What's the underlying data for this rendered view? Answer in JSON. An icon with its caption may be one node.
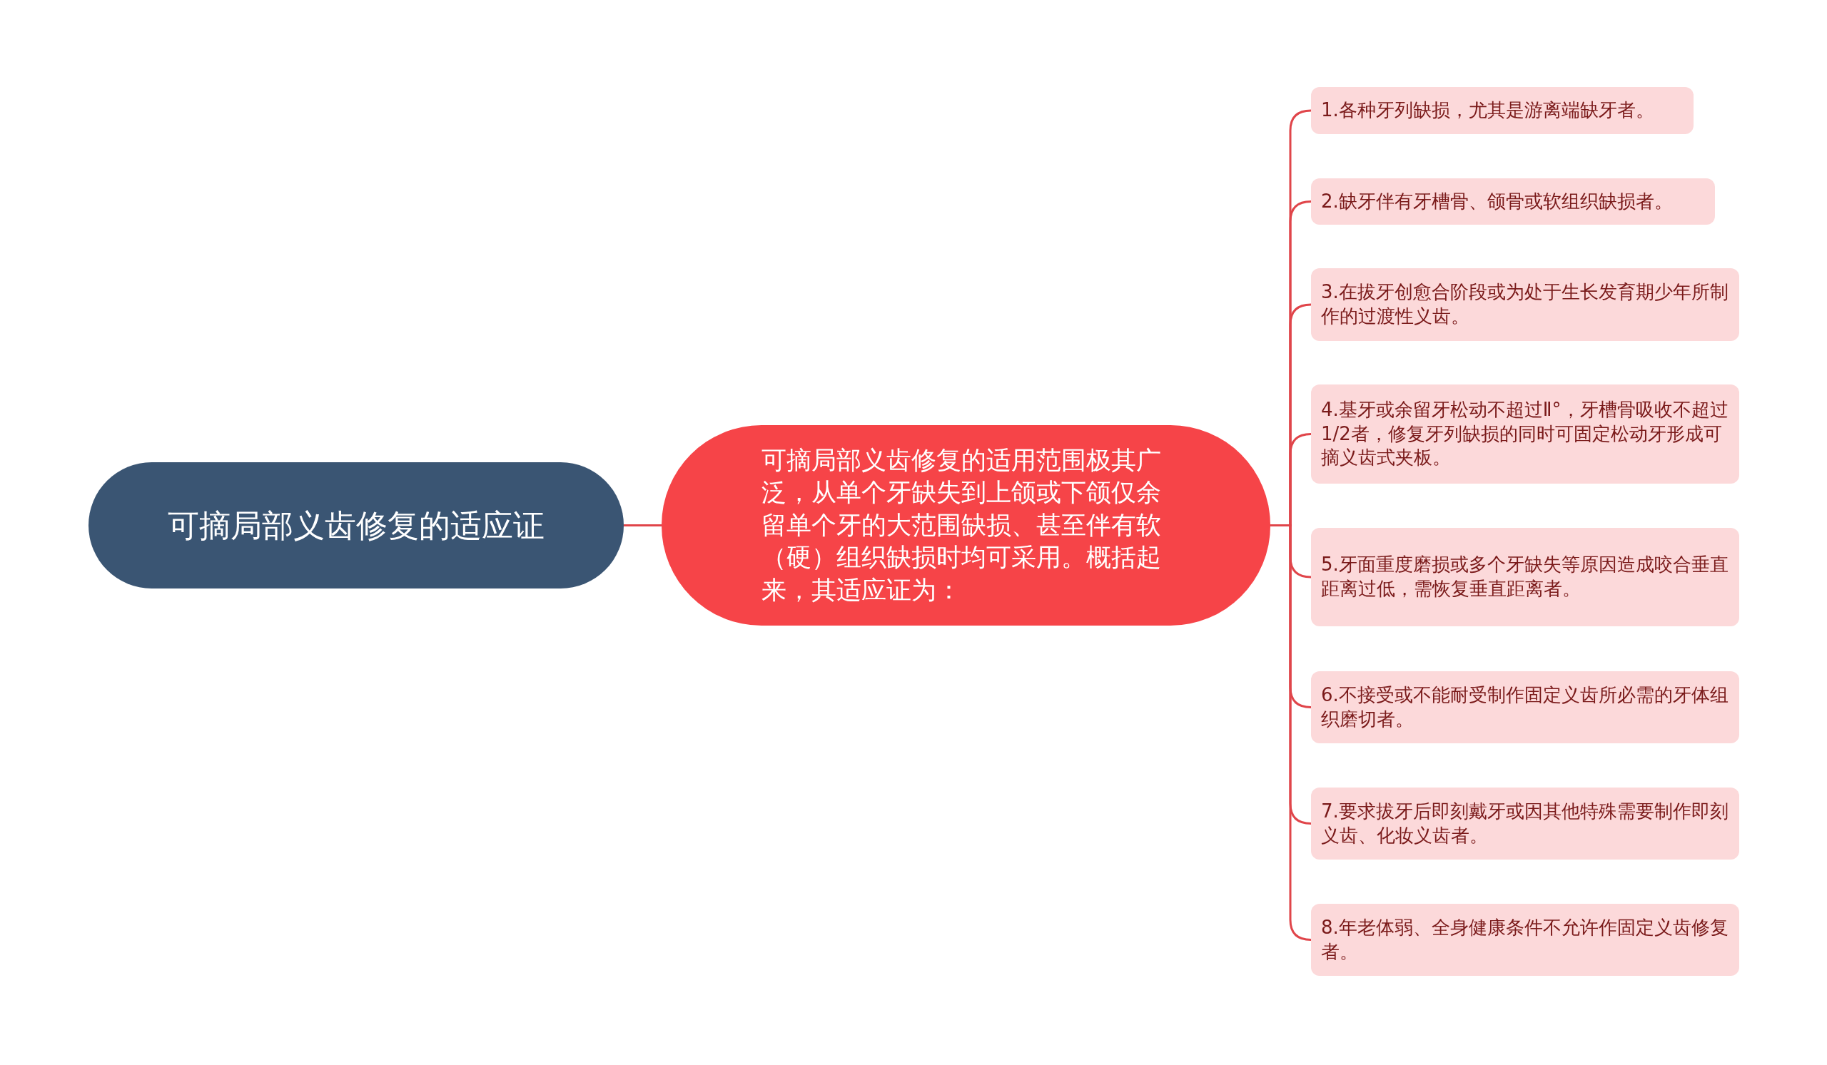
{
  "diagram": {
    "nodes": [
      {
        "text": [
          "可摘局部义齿修复的适应证"
        ]
      },
      {
        "text": [
          "可摘局部义齿修复的适用范围极其广泛，从单个牙缺失到上颌或下颌仅余留单个牙的大范围缺损、甚至伴有软（硬）组织缺损时均可采用。概括起来，其适应证为："
        ]
      },
      {
        "text": [
          "1.各种牙列缺损，尤其是游离端缺牙者。"
        ]
      },
      {
        "text": [
          "2.缺牙伴有牙槽骨、颌骨或软组织缺损者。"
        ]
      },
      {
        "text": [
          "3.在拔牙创愈合阶段或为处于生长发育期少年所制作的过渡性义齿。"
        ]
      },
      {
        "text": [
          "4.基牙或余留牙松动不超过Ⅱ°，牙槽骨吸收不超过1/2者，修复牙列缺损的同时可固定松动牙形成可摘义齿式夹板。"
        ]
      },
      {
        "text": [
          "5.牙面重度磨损或多个牙缺失等原因造成咬合垂直距离过低，需恢复垂直距离者。"
        ]
      },
      {
        "text": [
          "6.不接受或不能耐受制作固定义齿所必需的牙体组织磨切者。"
        ]
      },
      {
        "text": [
          "7.要求拔牙后即刻戴牙或因其他特殊需要制作即刻义齿、化妆义齿者。"
        ]
      },
      {
        "text": [
          "8.年老体弱、全身健康条件不允许作固定义齿修复者。"
        ]
      }
    ],
    "edges": [
      {
        "from": 0,
        "to": 1,
        "arrow": "none"
      },
      {
        "from": 1,
        "to": 2,
        "arrow": "none"
      },
      {
        "from": 1,
        "to": 3,
        "arrow": "none"
      },
      {
        "from": 1,
        "to": 4,
        "arrow": "none"
      },
      {
        "from": 1,
        "to": 5,
        "arrow": "none"
      },
      {
        "from": 1,
        "to": 6,
        "arrow": "none"
      },
      {
        "from": 1,
        "to": 7,
        "arrow": "none"
      },
      {
        "from": 1,
        "to": 8,
        "arrow": "none"
      },
      {
        "from": 1,
        "to": 9,
        "arrow": "none"
      }
    ]
  }
}
